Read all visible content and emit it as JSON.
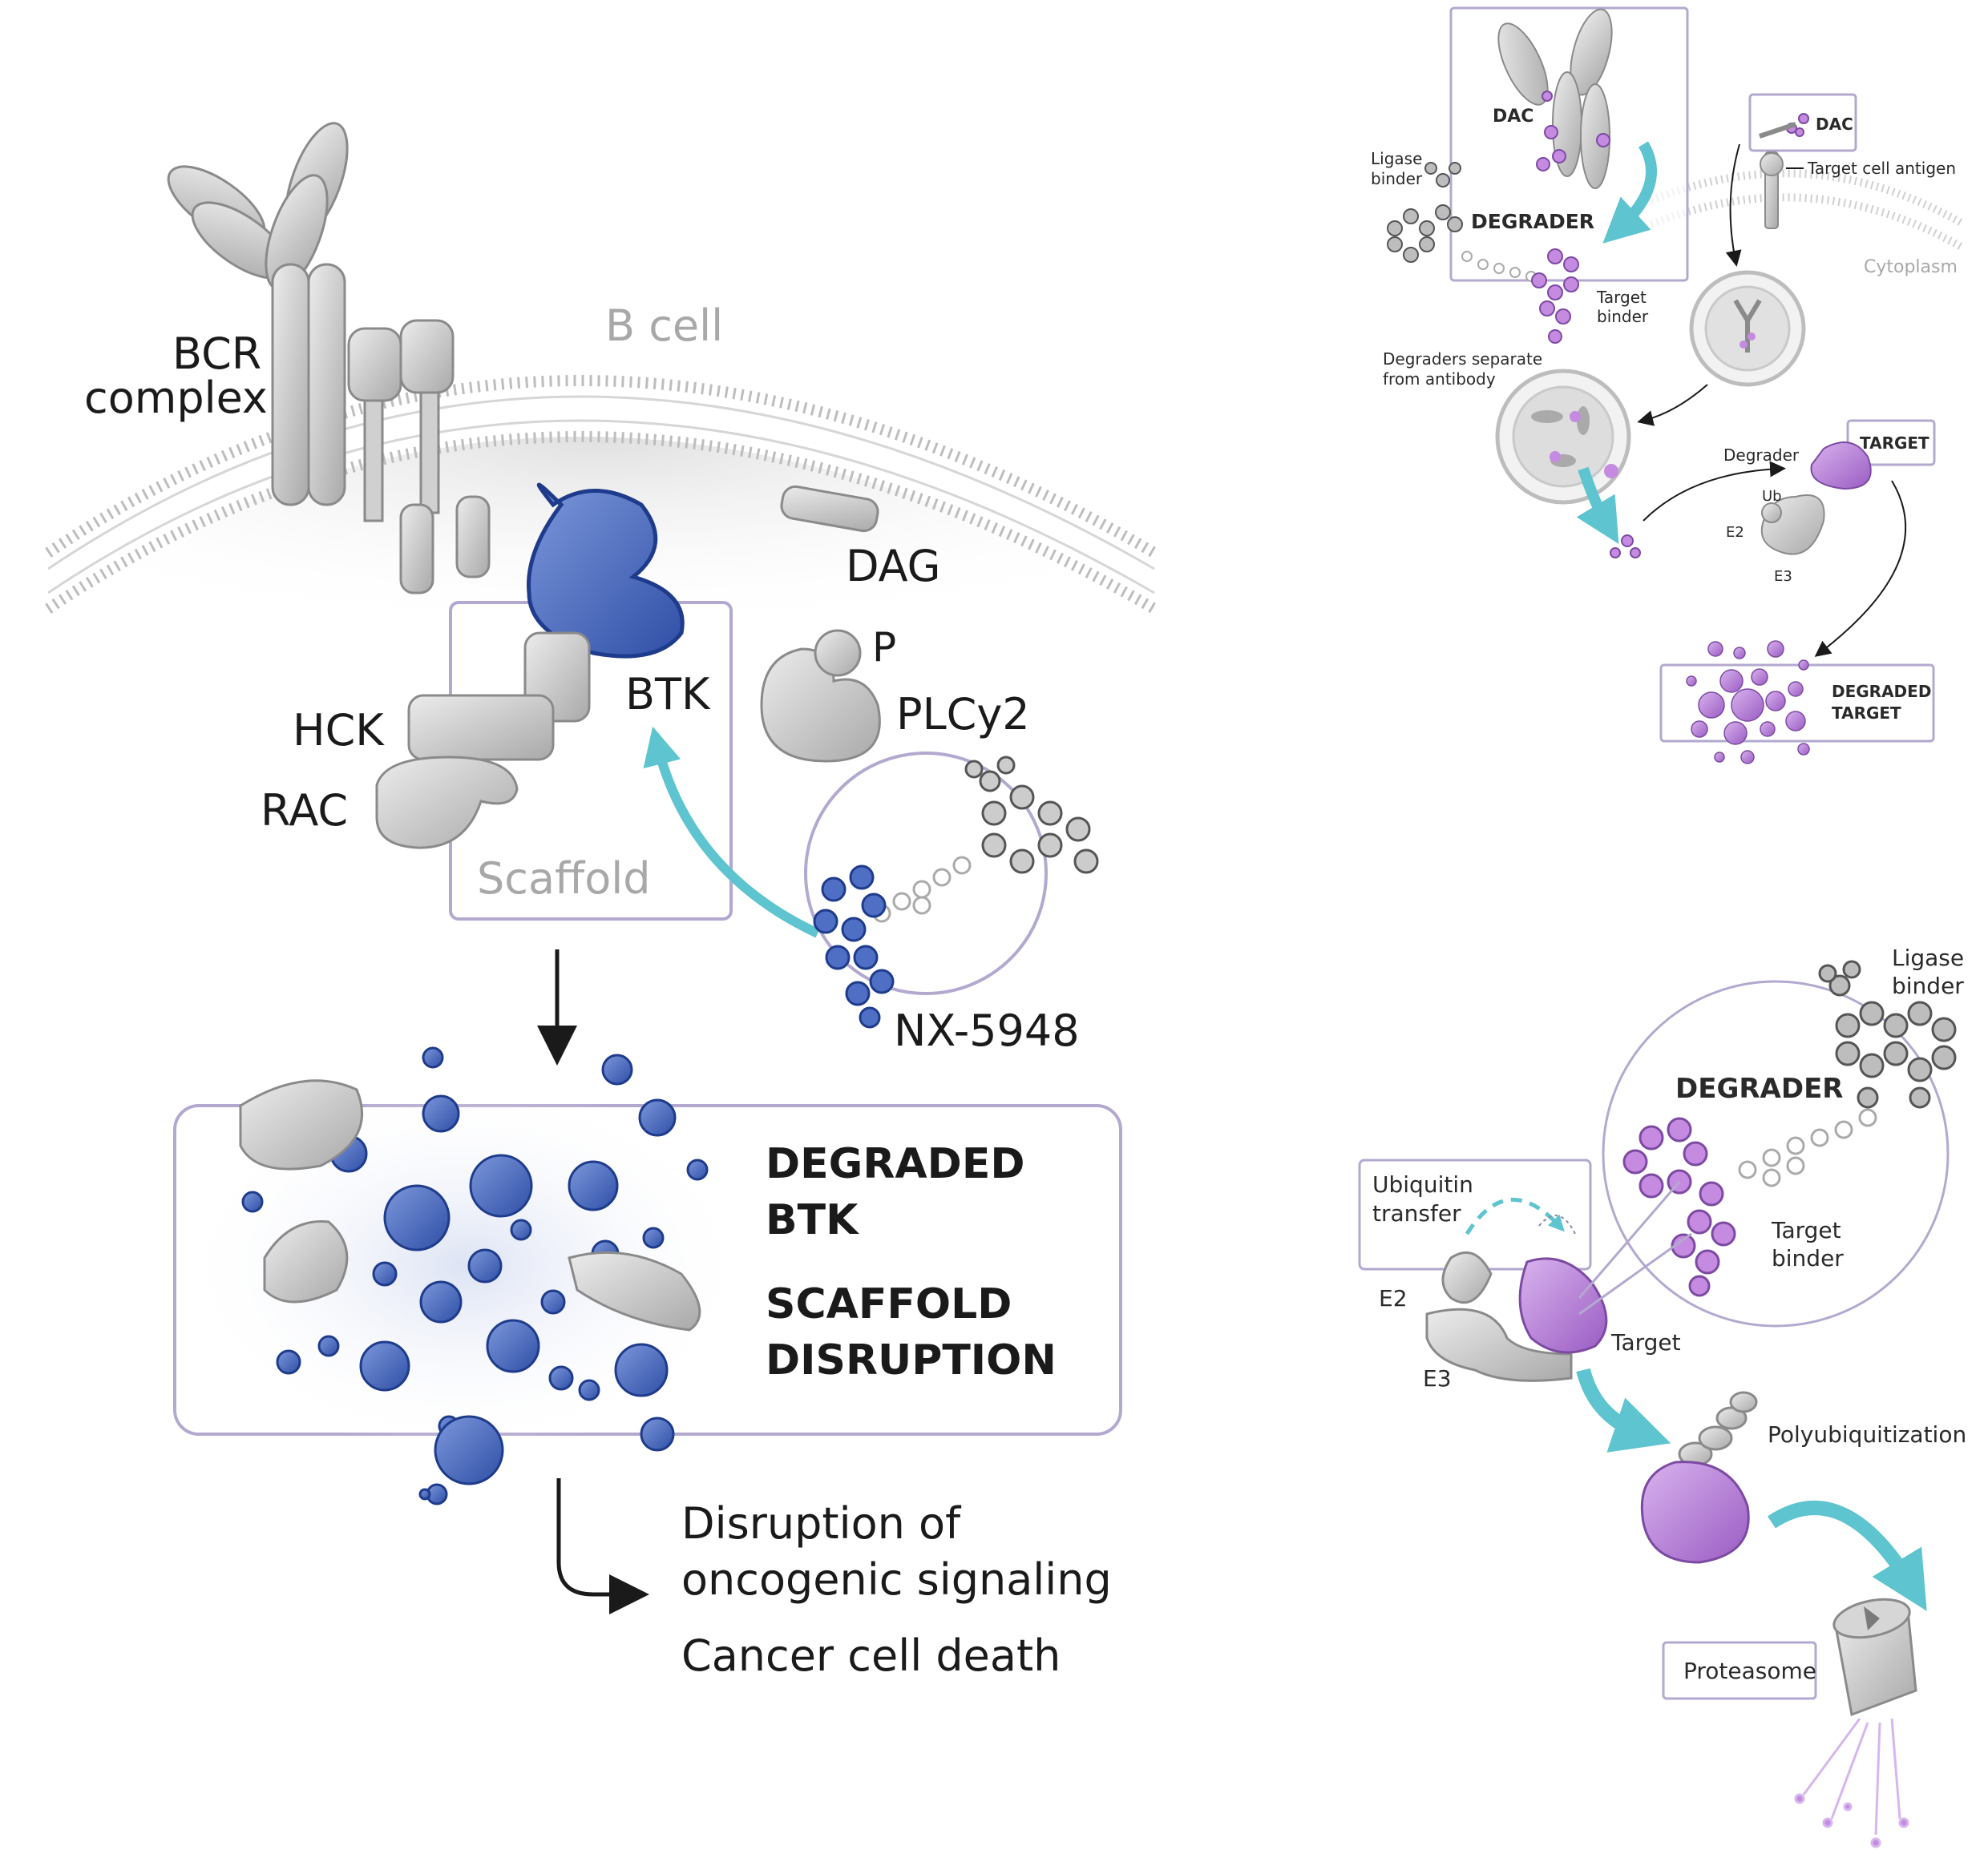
{
  "left_panel": {
    "cell_label": "B cell",
    "bcr_line1": "BCR",
    "bcr_line2": "complex",
    "dag": "DAG",
    "p": "P",
    "plcy2": "PLCy2",
    "btk": "BTK",
    "hck": "HCK",
    "rac": "RAC",
    "scaffold": "Scaffold",
    "nx": "NX-5948",
    "degraded_line1": "DEGRADED",
    "degraded_line2": "BTK",
    "scaffold_line1": "SCAFFOLD",
    "scaffold_line2": "DISRUPTION",
    "outcome1_line1": "Disruption of",
    "outcome1_line2": "oncogenic signaling",
    "outcome2": "Cancer cell death"
  },
  "top_right": {
    "dac": "DAC",
    "ligase_line1": "Ligase",
    "ligase_line2": "binder",
    "degrader": "DEGRADER",
    "target_binder_line1": "Target",
    "target_binder_line2": "binder",
    "dac_small": "DAC",
    "target_cell_antigen": "Target cell antigen",
    "cytoplasm": "Cytoplasm",
    "separate_line1": "Degraders separate",
    "separate_line2": "from antibody",
    "target_box": "TARGET",
    "degrader_small": "Degrader",
    "ub": "Ub",
    "e2": "E2",
    "e3": "E3",
    "degraded_line1": "DEGRADED",
    "degraded_line2": "TARGET"
  },
  "bottom_right": {
    "ligase_line1": "Ligase",
    "ligase_line2": "binder",
    "degrader": "DEGRADER",
    "ubiquitin_line1": "Ubiquitin",
    "ubiquitin_line2": "transfer",
    "target_binder_line1": "Target",
    "target_binder_line2": "binder",
    "e2": "E2",
    "e3": "E3",
    "target": "Target",
    "polyubiquitization": "Polyubiquitization",
    "proteasome": "Proteasome"
  },
  "colors": {
    "btk_blue": "#3f63b8",
    "purple": "#b57fd6",
    "teal_arrow": "#5ec4cf",
    "box_stroke": "#b3a9cf",
    "grey_protein": "#c4c4c4"
  }
}
